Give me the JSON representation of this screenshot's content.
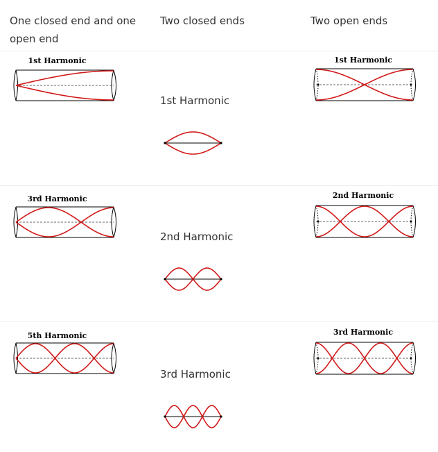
{
  "headers": {
    "closed_open": "One closed end and one open end",
    "two_closed": "Two closed ends",
    "two_open": "Two open ends"
  },
  "rows": [
    {
      "closed_open": {
        "title": "1st Harmonic",
        "n": 1
      },
      "two_closed": {
        "label": "1st Harmonic",
        "loops": 1
      },
      "two_open": {
        "title": "1st Harmonic",
        "n": 1
      }
    },
    {
      "closed_open": {
        "title": "3rd Harmonic",
        "n": 3
      },
      "two_closed": {
        "label": "2nd Harmonic",
        "loops": 2
      },
      "two_open": {
        "title": "2nd Harmonic",
        "n": 2
      }
    },
    {
      "closed_open": {
        "title": "5th Harmonic",
        "n": 5
      },
      "two_closed": {
        "label": "3rd Harmonic",
        "loops": 3
      },
      "two_open": {
        "title": "3rd Harmonic",
        "n": 3
      }
    }
  ],
  "colors": {
    "wave": "#d11a1a",
    "outline": "#000000",
    "axis": "#333333",
    "rule": "#ececec"
  }
}
